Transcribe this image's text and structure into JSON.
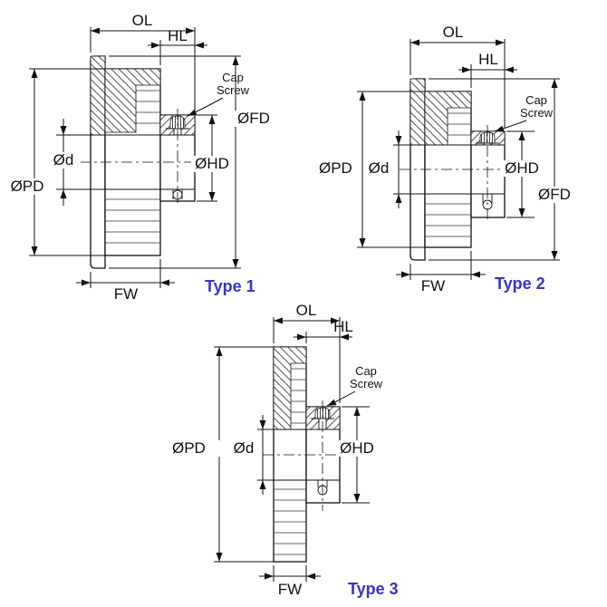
{
  "colors": {
    "type_label": "#3434cc",
    "line": "#111111"
  },
  "diagrams": [
    {
      "name": "type-1",
      "type_label": "Type 1",
      "labels": {
        "ol": "OL",
        "hl": "HL",
        "cap_line1": "Cap",
        "cap_line2": "Screw",
        "flange_diameter": "ØFD",
        "hub_diameter": "ØHD",
        "pitch_diameter": "ØPD",
        "bore_diameter": "Ød",
        "face_width": "FW"
      }
    },
    {
      "name": "type-2",
      "type_label": "Type 2",
      "labels": {
        "ol": "OL",
        "hl": "HL",
        "cap_line1": "Cap",
        "cap_line2": "Screw",
        "flange_diameter": "ØFD",
        "hub_diameter": "ØHD",
        "pitch_diameter": "ØPD",
        "bore_diameter": "Ød",
        "face_width": "FW"
      }
    },
    {
      "name": "type-3",
      "type_label": "Type 3",
      "labels": {
        "ol": "OL",
        "hl": "HL",
        "cap_line1": "Cap",
        "cap_line2": "Screw",
        "hub_diameter": "ØHD",
        "pitch_diameter": "ØPD",
        "bore_diameter": "Ød",
        "face_width": "FW"
      }
    }
  ]
}
